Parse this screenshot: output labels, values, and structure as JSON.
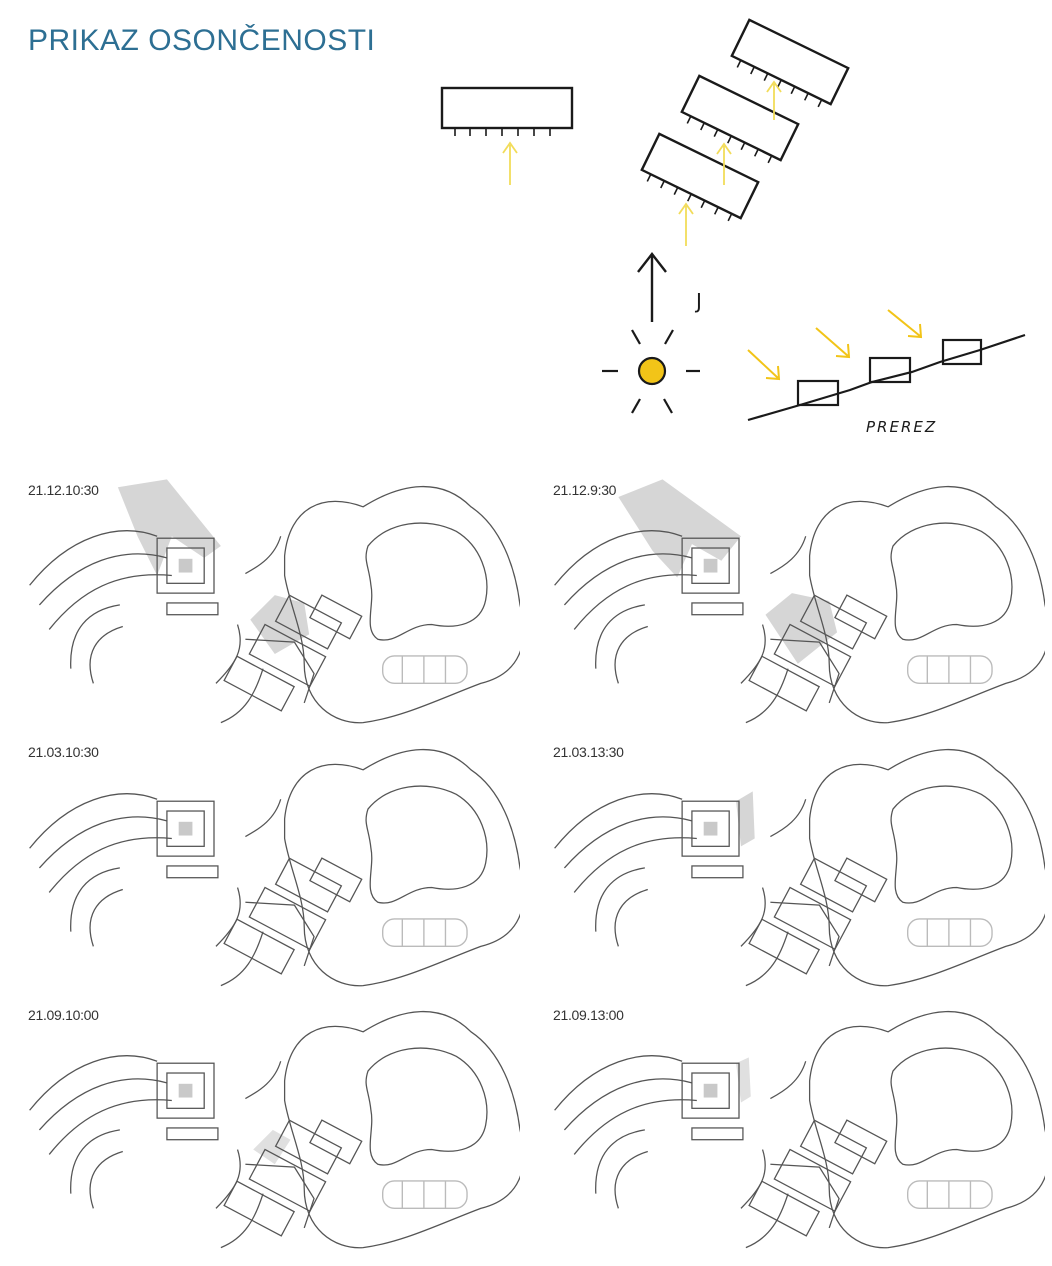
{
  "title": "PRIKAZ OSONČENOSTI",
  "diagram": {
    "north_label": "J",
    "section_label": "PREREZ",
    "colors": {
      "sun": "#f2c418",
      "arrow": "#f2dc5a",
      "title": "#2d6f93",
      "shadow": "#d6d6d6"
    }
  },
  "plans": [
    {
      "label": "21.12.10:30"
    },
    {
      "label": "21.12.9:30"
    },
    {
      "label": "21.03.10:30"
    },
    {
      "label": "21.03.13:30"
    },
    {
      "label": "21.09.10:00"
    },
    {
      "label": "21.09.13:00"
    }
  ]
}
